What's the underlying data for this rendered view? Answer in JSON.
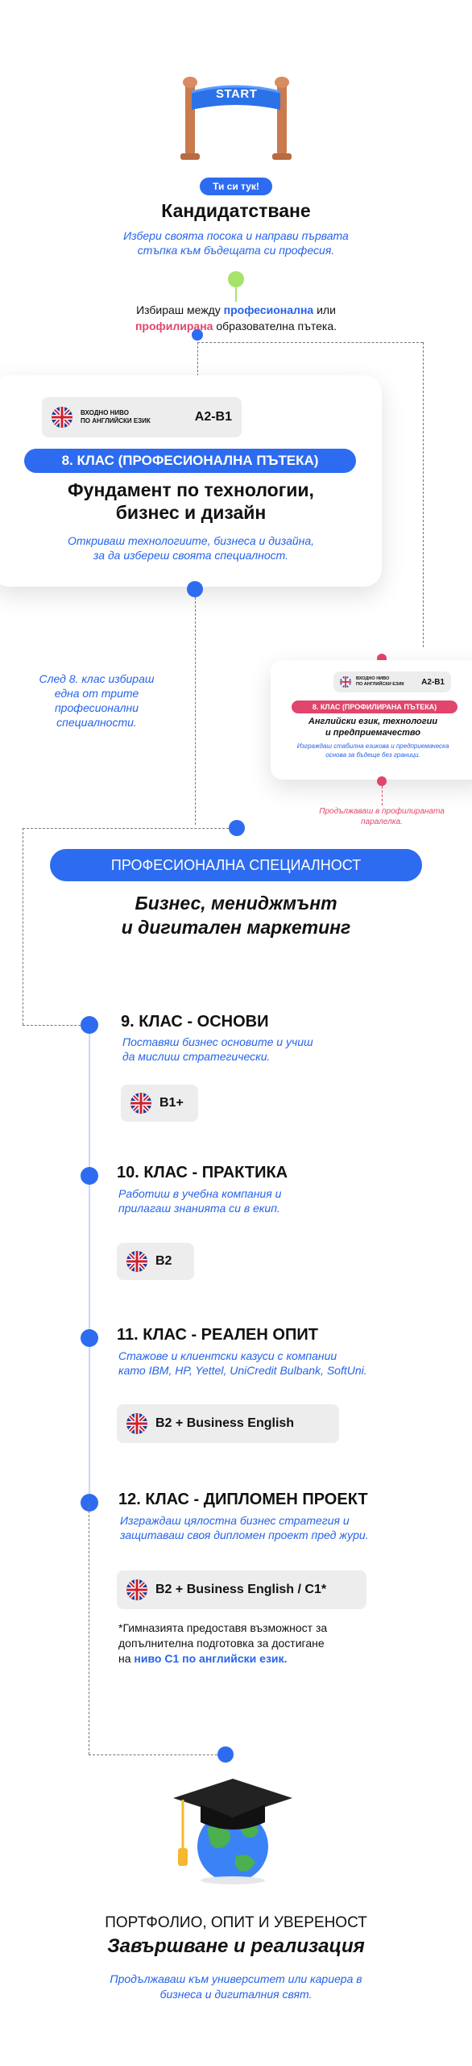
{
  "start": {
    "sign_text": "START"
  },
  "intro": {
    "tag": "Ти си тук!",
    "title": "Кандидатстване",
    "desc_line1": "Избери своята посока и направи първата",
    "desc_line2": "стъпка към бъдещата си професия.",
    "choice_prefix": "Избираш между",
    "choice_professional": "професионална",
    "choice_or": "или",
    "choice_profiled": "профилирана",
    "choice_suffix": "образователна пътека."
  },
  "grade8": {
    "level_caption_line1": "ВХОДНО НИВО",
    "level_caption_line2": "ПО АНГЛИЙСКИ ЕЗИК",
    "level_value": "A2-B1",
    "banner": "8. КЛАС (ПРОФЕСИОНАЛНА ПЪТЕКА)",
    "title_line1": "Фундамент по технологии,",
    "title_line2": "бизнес и дизайн",
    "desc_line1": "Откриваш технологиите, бизнеса и дизайна,",
    "desc_line2": "за да избереш своята специалност."
  },
  "side_note": {
    "line1": "След 8. клас избираш",
    "line2": "една от трите",
    "line3": "професионални",
    "line4": "специалности."
  },
  "profiled_card": {
    "level_caption_line1": "ВХОДНО НИВО",
    "level_caption_line2": "ПО АНГЛИЙСКИ ЕЗИК",
    "level_value": "A2-B1",
    "banner": "8. КЛАС (ПРОФИЛИРАНА ПЪТЕКА)",
    "title_line1": "Английски език, технологии",
    "title_line2": "и предприемачество",
    "desc_line1": "Изграждаш стабилна езикова и предприемаческа",
    "desc_line2": "основа за бъдеще без граници.",
    "continue_line1": "Продължаваш в профилираната",
    "continue_line2": "паралелка."
  },
  "specialty": {
    "banner": "ПРОФЕСИОНАЛНА СПЕЦИАЛНОСТ",
    "title_line1": "Бизнес, мениджмънт",
    "title_line2": "и дигитален маркетинг"
  },
  "grades": [
    {
      "title": "9. КЛАС - ОСНОВИ",
      "desc_line1": "Поставяш бизнес основите и учиш",
      "desc_line2": "да мислиш стратегически.",
      "level": "B1+"
    },
    {
      "title": "10. КЛАС - ПРАКТИКА",
      "desc_line1": "Работиш в учебна компания и",
      "desc_line2": "прилагаш знанията си в екип.",
      "level": "B2"
    },
    {
      "title": "11. КЛАС - РЕАЛЕН ОПИТ",
      "desc_line1": "Стажове и клиентски казуси с компании",
      "desc_line2": "като IBM, HP, Yettel, UniCredit Bulbank, SoftUni.",
      "level": "B2 + Business English"
    },
    {
      "title": "12. КЛАС - ДИПЛОМЕН ПРОЕКТ",
      "desc_line1": "Изграждаш цялостна бизнес стратегия и",
      "desc_line2": "защитаваш своя дипломен проект пред жури.",
      "level": "B2 + Business English / C1*"
    }
  ],
  "footnote": {
    "line1": "*Гимназията предоставя възможност за",
    "line2": "допълнителна подготовка за достигане",
    "line3_prefix": "на",
    "line3_highlight": "ниво C1 по английски език."
  },
  "finale": {
    "kicker": "ПОРТФОЛИО, ОПИТ И УВЕРЕНОСТ",
    "title": "Завършване и реализация",
    "desc_line1": "Продължаваш към университет или кариера в",
    "desc_line2": "бизнеса и дигиталния свят."
  },
  "colors": {
    "accent_blue": "#2d6cf0",
    "accent_pink": "#e0466b",
    "accent_green": "#a5e36a",
    "badge_grey": "#ededed"
  }
}
